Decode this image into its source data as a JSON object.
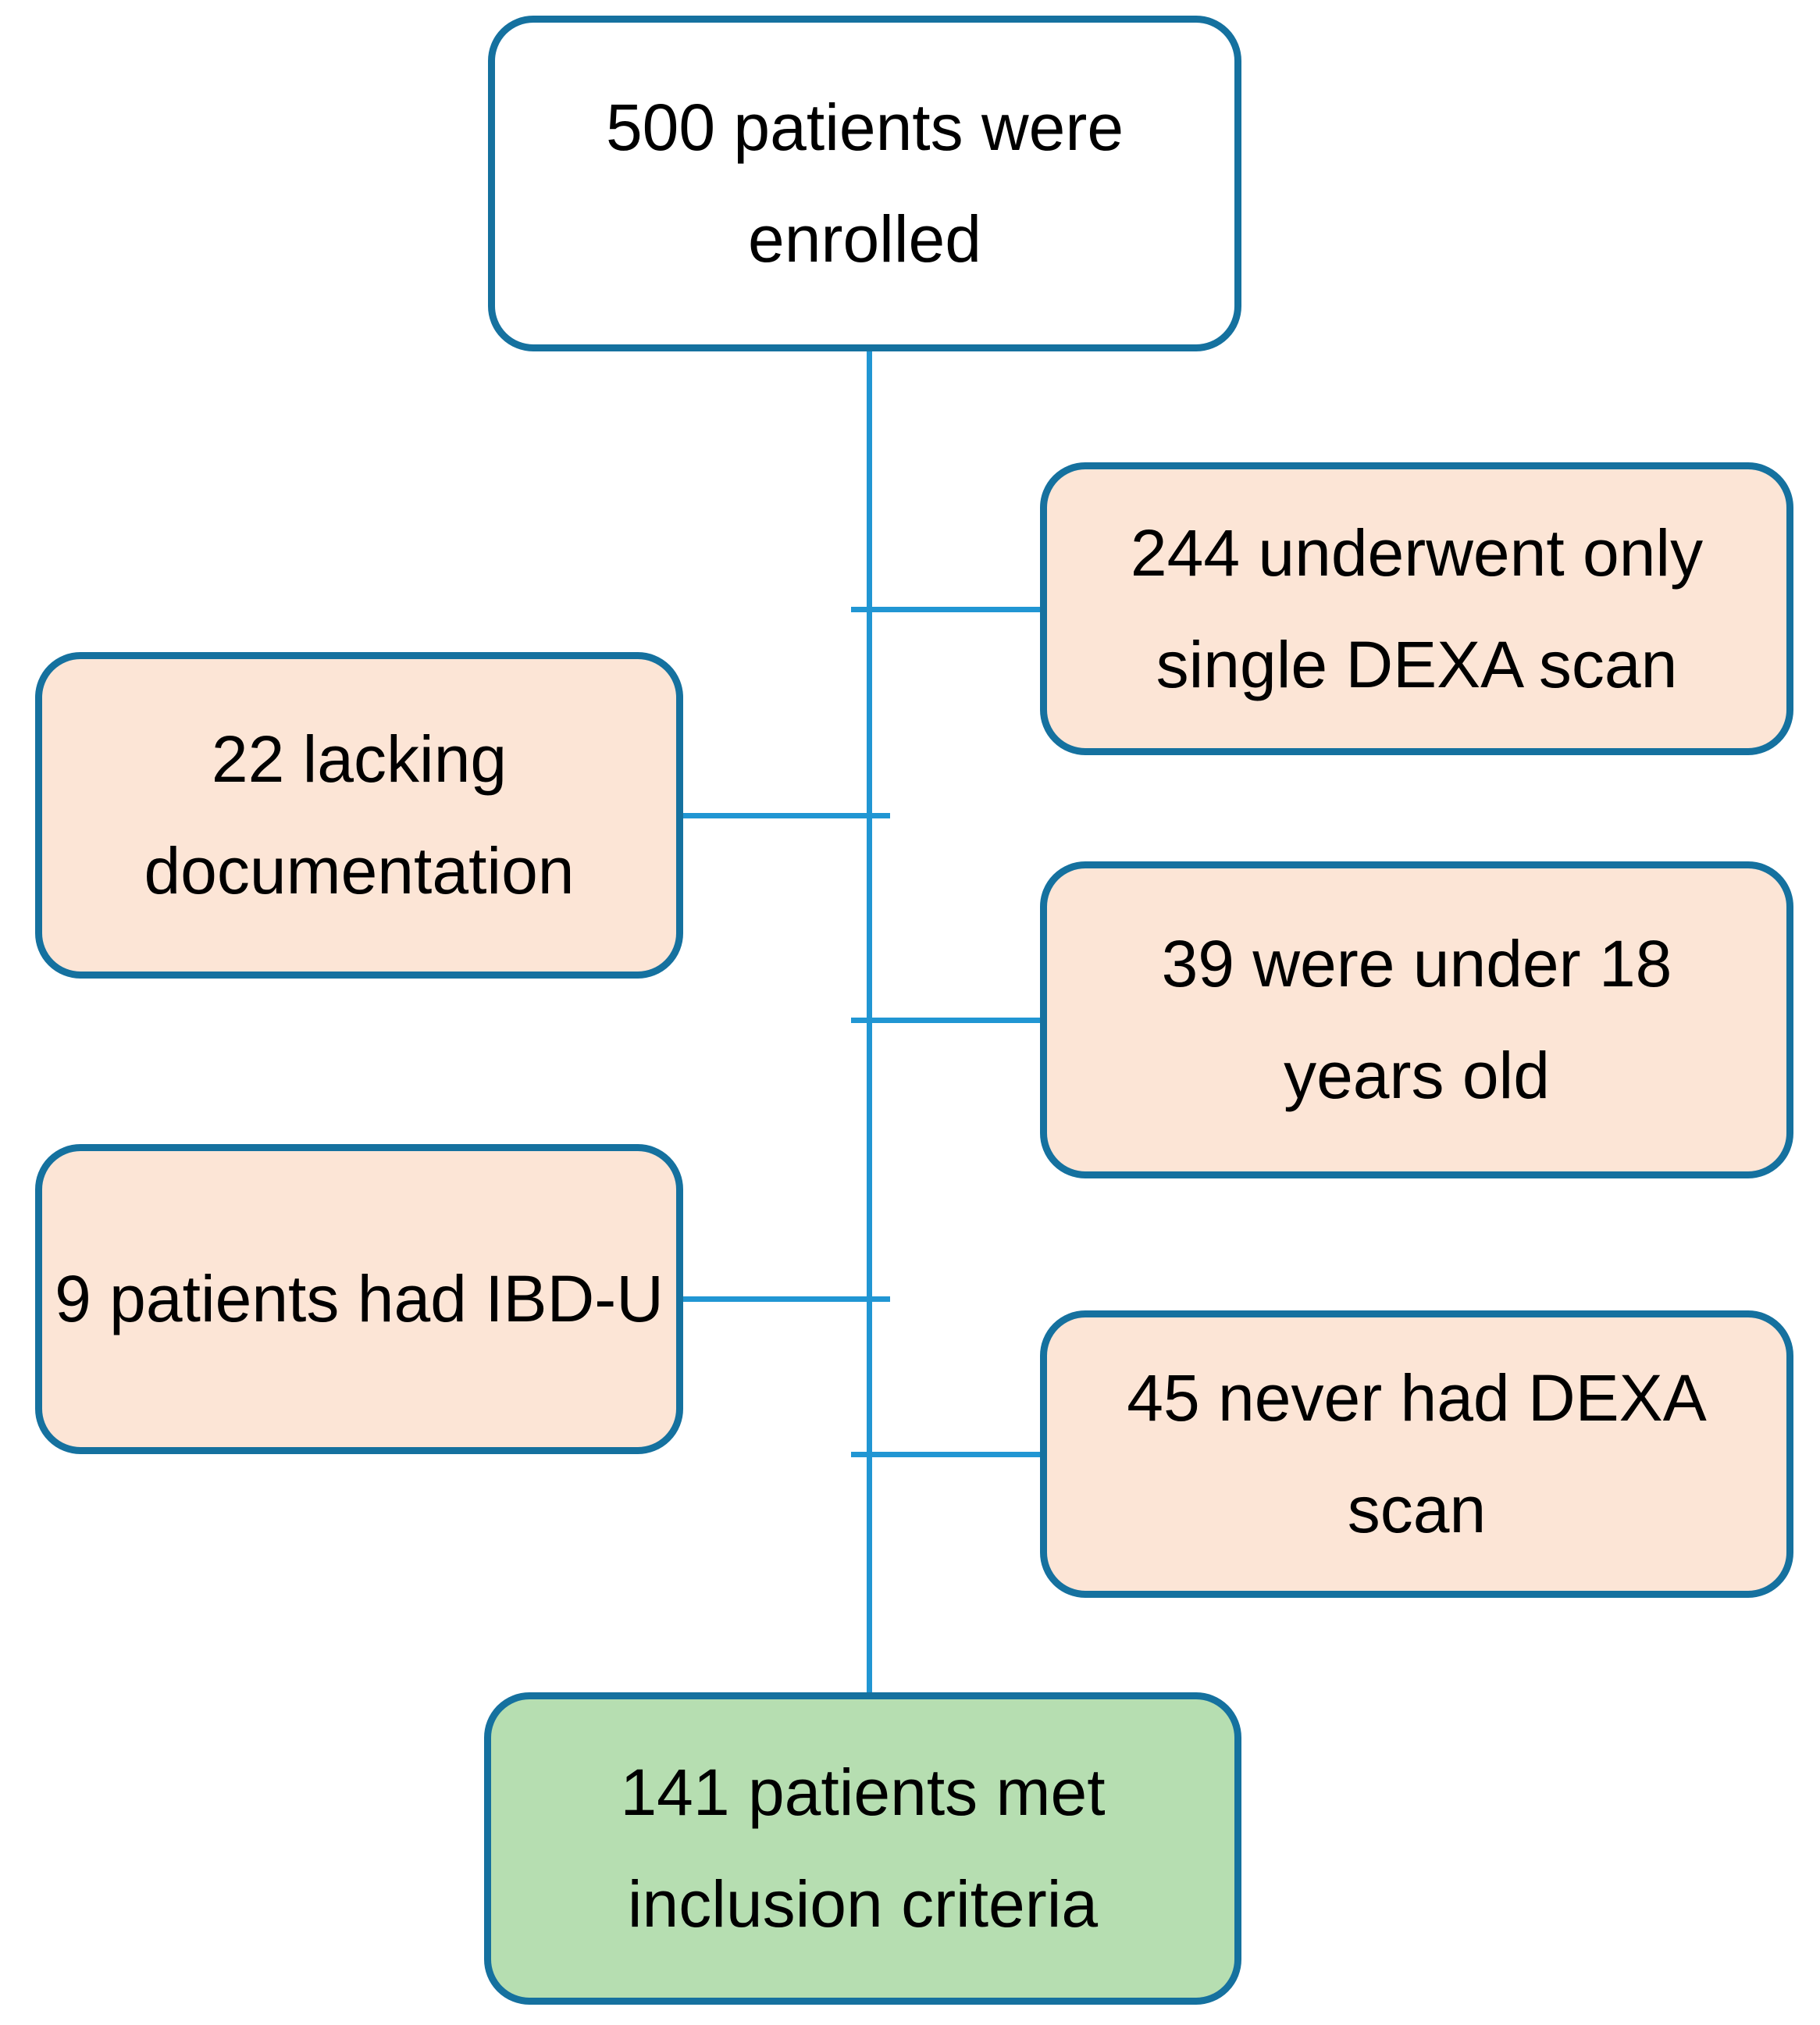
{
  "boxes": {
    "enrolled": {
      "line1": "500 patients were",
      "line2": "enrolled"
    },
    "single_dexa": {
      "line1": "244 underwent only",
      "line2": "single DEXA scan"
    },
    "lacking_doc": {
      "line1": "22 lacking",
      "line2": "documentation"
    },
    "under_18": {
      "line1": "39 were under 18",
      "line2": "years old"
    },
    "ibd_u": {
      "line1": "9 patients had IBD-U"
    },
    "never_dexa": {
      "line1": "45 never had DEXA",
      "line2": "scan"
    },
    "included": {
      "line1": "141 patients met",
      "line2": "inclusion criteria"
    }
  },
  "connections": [
    {
      "from": "enrolled",
      "to": "single_dexa",
      "side": "right"
    },
    {
      "from": "enrolled",
      "to": "lacking_doc",
      "side": "left"
    },
    {
      "from": "enrolled",
      "to": "under_18",
      "side": "right"
    },
    {
      "from": "enrolled",
      "to": "ibd_u",
      "side": "left"
    },
    {
      "from": "enrolled",
      "to": "never_dexa",
      "side": "right"
    },
    {
      "from": "enrolled",
      "to": "included",
      "side": "down"
    }
  ],
  "colors": {
    "border": "#15719f",
    "connector": "#2196d3",
    "start_fill": "#ffffff",
    "exclusion_fill": "#fce5d6",
    "result_fill": "#b6deb1",
    "text": "#000000"
  }
}
